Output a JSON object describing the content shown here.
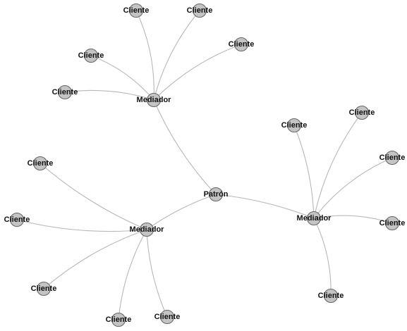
{
  "diagram": {
    "colors": {
      "node_fill": "#c4c4c4",
      "node_stroke": "#666666",
      "edge_stroke": "#b8b8b8",
      "label": "#111111"
    },
    "nodes": [
      {
        "id": "patron",
        "label": "Patrón"
      },
      {
        "id": "mediador-top",
        "label": "Mediador"
      },
      {
        "id": "mediador-left",
        "label": "Mediador"
      },
      {
        "id": "mediador-right",
        "label": "Mediador"
      },
      {
        "id": "cliente-t1",
        "label": "Cliente"
      },
      {
        "id": "cliente-t2",
        "label": "Cliente"
      },
      {
        "id": "cliente-t3",
        "label": "Cliente"
      },
      {
        "id": "cliente-t4",
        "label": "Cliente"
      },
      {
        "id": "cliente-t5",
        "label": "Cliente"
      },
      {
        "id": "cliente-l1",
        "label": "Cliente"
      },
      {
        "id": "cliente-l2",
        "label": "Cliente"
      },
      {
        "id": "cliente-l3",
        "label": "Cliente"
      },
      {
        "id": "cliente-l4",
        "label": "Cliente"
      },
      {
        "id": "cliente-l5",
        "label": "Cliente"
      },
      {
        "id": "cliente-r1",
        "label": "Cliente"
      },
      {
        "id": "cliente-r2",
        "label": "Cliente"
      },
      {
        "id": "cliente-r3",
        "label": "Cliente"
      },
      {
        "id": "cliente-r4",
        "label": "Cliente"
      },
      {
        "id": "cliente-r5",
        "label": "Cliente"
      }
    ],
    "edges": [
      {
        "from": "mediador-top",
        "to": "patron"
      },
      {
        "from": "patron",
        "to": "mediador-left"
      },
      {
        "from": "patron",
        "to": "mediador-right"
      },
      {
        "from": "mediador-top",
        "to": "cliente-t1"
      },
      {
        "from": "mediador-top",
        "to": "cliente-t2"
      },
      {
        "from": "mediador-top",
        "to": "cliente-t3"
      },
      {
        "from": "mediador-top",
        "to": "cliente-t4"
      },
      {
        "from": "mediador-top",
        "to": "cliente-t5"
      },
      {
        "from": "mediador-left",
        "to": "cliente-l1"
      },
      {
        "from": "mediador-left",
        "to": "cliente-l2"
      },
      {
        "from": "mediador-left",
        "to": "cliente-l3"
      },
      {
        "from": "mediador-left",
        "to": "cliente-l4"
      },
      {
        "from": "mediador-left",
        "to": "cliente-l5"
      },
      {
        "from": "mediador-right",
        "to": "cliente-r1"
      },
      {
        "from": "mediador-right",
        "to": "cliente-r2"
      },
      {
        "from": "mediador-right",
        "to": "cliente-r3"
      },
      {
        "from": "mediador-right",
        "to": "cliente-r4"
      },
      {
        "from": "mediador-right",
        "to": "cliente-r5"
      }
    ]
  }
}
